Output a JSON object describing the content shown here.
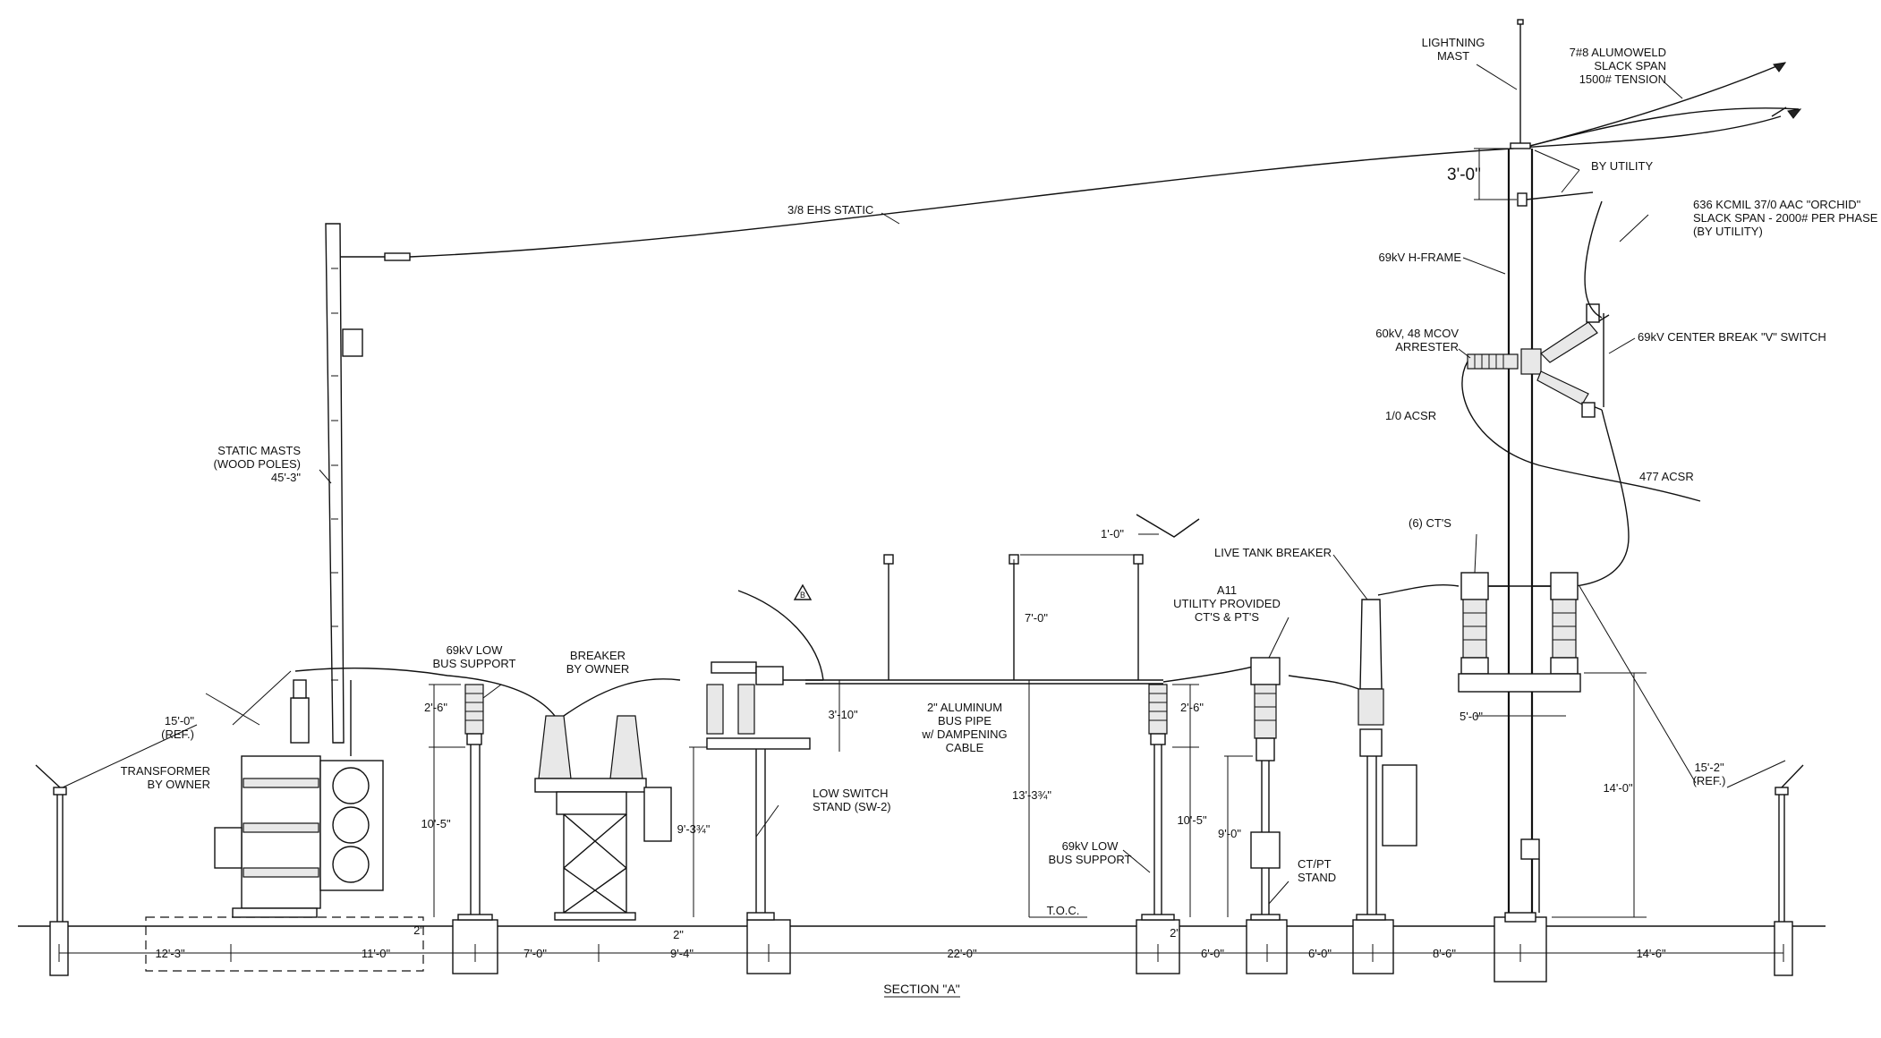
{
  "title": "SECTION \"A\"",
  "callouts": {
    "lightning_mast": [
      "LIGHTNING",
      "MAST"
    ],
    "alumoweld": [
      "7#8 ALUMOWELD",
      "SLACK SPAN",
      "1500# TENSION"
    ],
    "by_utility": "BY UTILITY",
    "orchid": [
      "636 KCMIL 37/0 AAC \"ORCHID\"",
      "SLACK SPAN - 2000# PER PHASE",
      "(BY UTILITY)"
    ],
    "h_frame": "69kV H-FRAME",
    "static": "3/8 EHS STATIC",
    "arrester": [
      "60kV, 48 MCOV",
      "ARRESTER"
    ],
    "v_switch": "69kV CENTER BREAK \"V\" SWITCH",
    "acsr_1_0": "1/0 ACSR",
    "acsr_477": "477 ACSR",
    "static_masts": [
      "STATIC MASTS",
      "(WOOD POLES)",
      "45'-3\""
    ],
    "cts": "(6) CT'S",
    "live_tank": "LIVE TANK BREAKER",
    "a11": [
      "A11",
      "UTILITY PROVIDED",
      "CT'S & PT'S"
    ],
    "low_bus_left": [
      "69kV LOW",
      "BUS SUPPORT"
    ],
    "breaker_owner": [
      "BREAKER",
      "BY OWNER"
    ],
    "transformer": [
      "TRANSFORMER",
      "BY OWNER"
    ],
    "ref_left": [
      "15'-0\"",
      "(REF.)"
    ],
    "bus_pipe": [
      "2\" ALUMINUM",
      "BUS PIPE",
      "w/ DAMPENING",
      "CABLE"
    ],
    "low_switch": [
      "LOW SWITCH",
      "STAND (SW-2)"
    ],
    "low_bus_right": [
      "69kV LOW",
      "BUS SUPPORT"
    ],
    "ctpt_stand": [
      "CT/PT",
      "STAND"
    ],
    "ref_right": [
      "15'-2\"",
      "(REF.)"
    ],
    "toc": "T.O.C.",
    "revision_mark": "B"
  },
  "dimensions": {
    "three_ft": "3'-0\"",
    "one_ft": "1'-0\"",
    "seven_ft": "7'-0\"",
    "two_six_left": "2'-6\"",
    "ten_five_left": "10'-5\"",
    "three_ten": "3'-10\"",
    "nine_three": "9'-3¾\"",
    "thirteen_three": "13'-3¾\"",
    "two_six_right": "2'-6\"",
    "ten_five_right": "10'-5\"",
    "nine_ft": "9'-0\"",
    "five_ft": "5'-0\"",
    "fourteen_ft": "14'-0\"",
    "two_in_a": "2\"",
    "two_in_b": "2\"",
    "two_in_c": "2\""
  },
  "bottom_dims": [
    "12'-3\"",
    "11'-0\"",
    "7'-0\"",
    "9'-4\"",
    "22'-0\"",
    "6'-0\"",
    "6'-0\"",
    "8'-6\"",
    "14'-6\""
  ]
}
